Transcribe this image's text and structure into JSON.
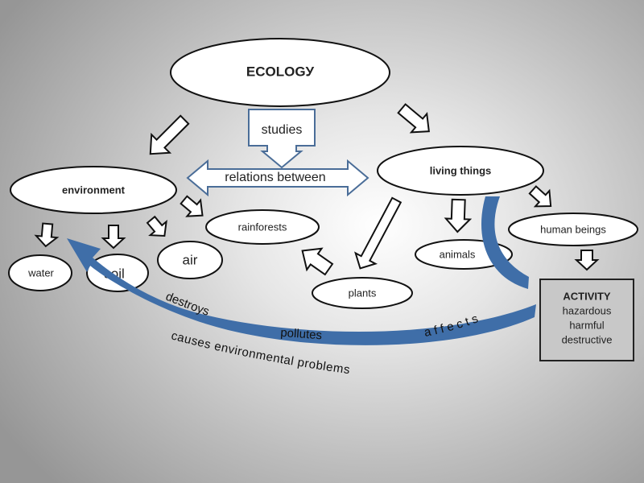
{
  "diagram": {
    "title_node": "ECOLOGУ",
    "studies": "studies",
    "relations": "relations between",
    "environment": "environment",
    "living_things": "living things",
    "water": "water",
    "soil": "soil",
    "air": "air",
    "rainforests": "rainforests",
    "plants": "plants",
    "animals": "animals",
    "human_beings": "human beings",
    "activity": {
      "title": "ACTIVITY",
      "lines": [
        "hazardous",
        "harmful",
        "destructive"
      ]
    },
    "effects": {
      "affects": "a f f e c t s",
      "destroys": "destroys",
      "pollutes": "pollutes",
      "causes": "causes environmental problems"
    },
    "colors": {
      "blue_arrow": "#3f6ea8",
      "blue_outline": "#4a6d98",
      "node_fill": "#ffffff",
      "activity_fill": "#c8c8c8"
    }
  }
}
